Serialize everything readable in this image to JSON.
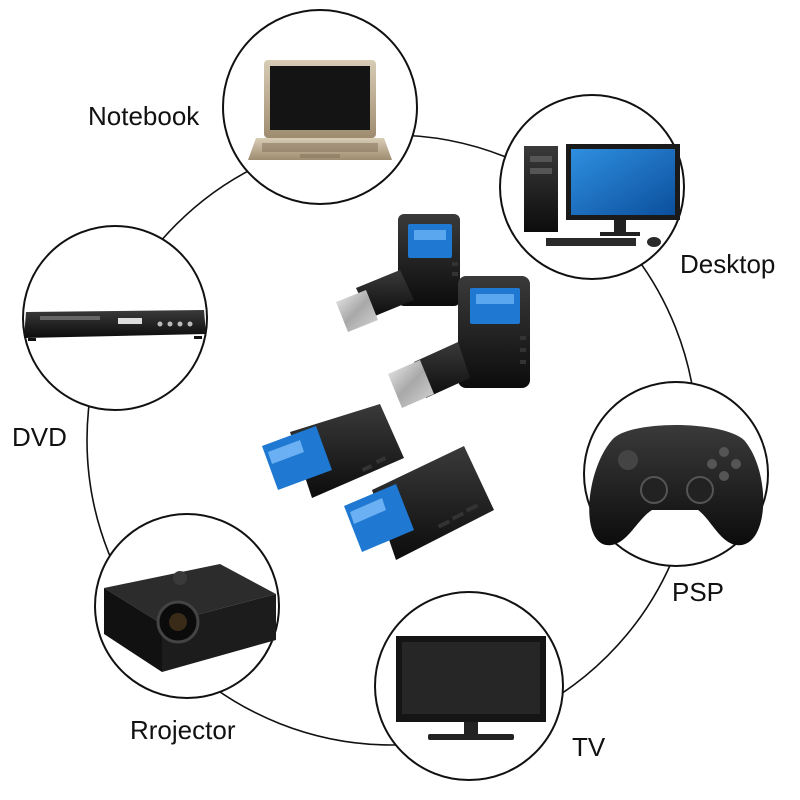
{
  "labels": {
    "notebook": "Notebook",
    "desktop": "Desktop",
    "dvd": "DVD",
    "psp": "PSP",
    "projector": "Rrojector",
    "tv": "TV"
  },
  "icons": {
    "notebook": "laptop-icon",
    "desktop": "desktop-computer-icon",
    "dvd": "dvd-player-icon",
    "psp": "gamepad-icon",
    "projector": "projector-icon",
    "tv": "monitor-tv-icon",
    "center": "usb-right-angle-adapter-icon"
  },
  "colors": {
    "usb_blue": "#1f78d1",
    "device_black": "#1a1a1a",
    "screen_blue": "#1e73c8",
    "laptop_silver": "#b9a98f",
    "ring_line": "#111111"
  }
}
